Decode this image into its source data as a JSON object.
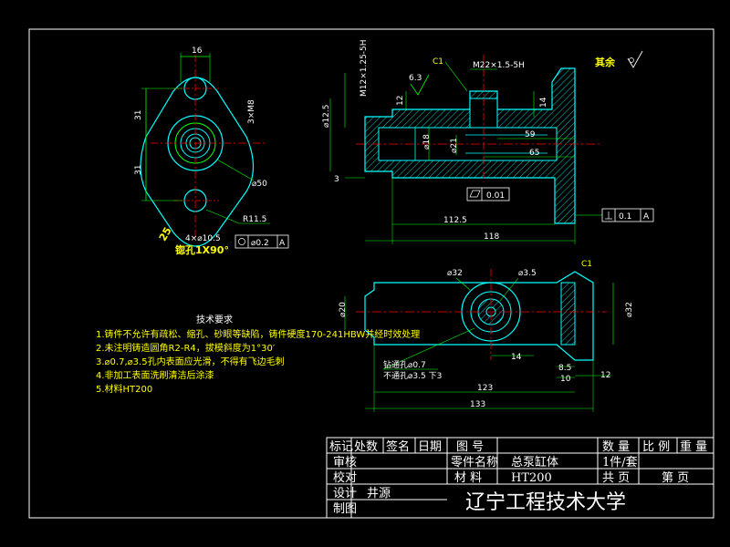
{
  "drawing": {
    "remainder_roughness": "其余",
    "front_view": {
      "dim_16": "16",
      "dim_31a": "31",
      "dim_31b": "31",
      "dim_d50": "⌀50",
      "dim_r115": "R11.5",
      "dim_4xd105": "4×⌀10.5",
      "dim_m2x": "3×M8",
      "dim_25": "25",
      "countersink": "锪孔1X90°",
      "tol_position": "⌀0.2",
      "tol_datum": "A"
    },
    "section_view": {
      "dim_c1": "C1",
      "dim_thread1": "M22×1.5-5H",
      "dim_63": "6.3",
      "dim_12": "12",
      "dim_14": "14",
      "dim_d125": "⌀12.5",
      "dim_m12": "M12×1.25-5H",
      "dim_d18": "⌀18",
      "dim_d21": "⌀21",
      "dim_59": "59",
      "dim_65": "65",
      "dim_3": "3",
      "tol_flat": "0.01",
      "tol_perp": "0.1",
      "tol_perp_datum": "A",
      "dim_1125": "112.5",
      "dim_118": "118"
    },
    "top_view": {
      "dim_d32a": "⌀32",
      "dim_d35": "⌀3.5",
      "dim_c1": "C1",
      "dim_d20": "⌀20",
      "dim_d32b": "⌀32",
      "dim_14": "14",
      "dim_85": "8.5",
      "dim_10": "10",
      "dim_12": "12",
      "note_drill1": "钻通孔⌀0.7",
      "note_drill2": "不通孔⌀3.5 下3",
      "dim_123": "123",
      "dim_133": "133"
    },
    "tech_requirements": {
      "title": "技术要求",
      "items": [
        "1.铸件不允许有疏松、缩孔、砂眼等缺陷，铸件硬度170-241HBW并经时效处理",
        "2.未注明铸造圆角R2-R4，拔模斜度为1°30′",
        "3.⌀0.7,⌀3.5孔内表面应光滑，不得有飞边毛刺",
        "4.非加工表面洗刷清洁后涂漆",
        "5.材料HT200"
      ]
    },
    "title_block": {
      "row1": [
        "标记",
        "处数",
        "签名",
        "日期",
        "图 号"
      ],
      "qty": "数 量",
      "scale": "比 例",
      "weight": "重 量",
      "review": "审核",
      "part_name_label": "零件名称",
      "part_name": "总泵缸体",
      "qty_value": "1件/套",
      "check": "校对",
      "material_label": "材 料",
      "material": "HT200",
      "total_pages": "共 页",
      "page": "第 页",
      "design": "设计",
      "designer": "井源",
      "draw": "制图",
      "university": "辽宁工程技术大学"
    }
  }
}
